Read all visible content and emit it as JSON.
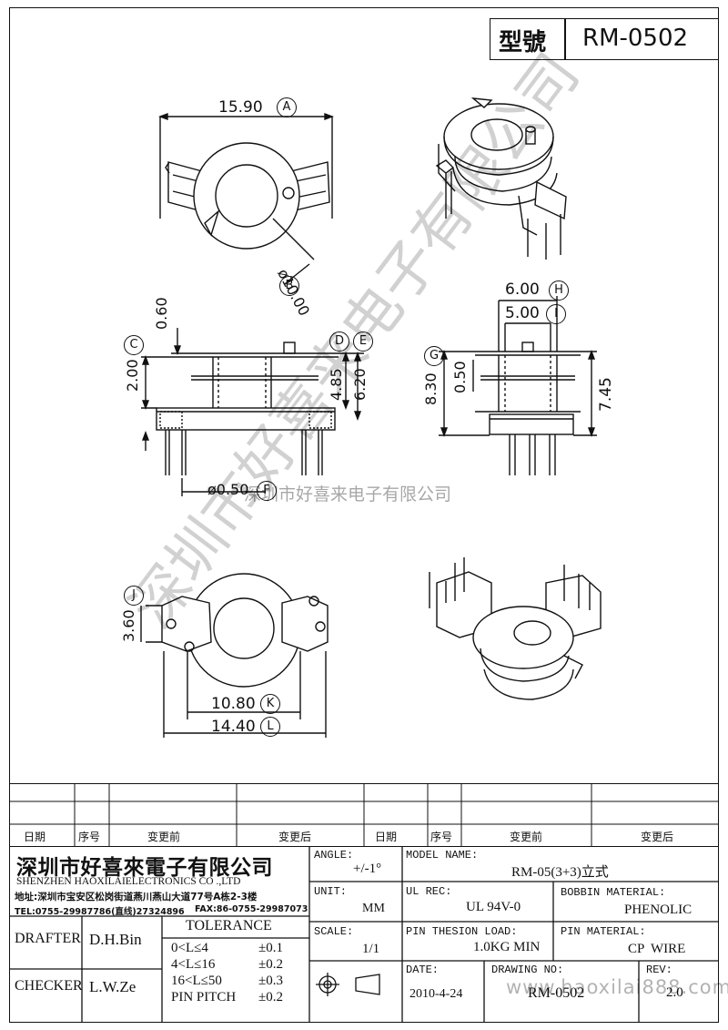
{
  "header": {
    "model_label": "型號",
    "model_value": "RM-0502"
  },
  "dimensions": {
    "a": "15.90",
    "a_tag": "A",
    "b": "ø10.00",
    "b_tag": "B",
    "c": "2.00",
    "c_tag": "C",
    "d_tag": "D",
    "e_tag": "E",
    "d": "4.85",
    "e": "6.20",
    "top_gap": "0.60",
    "f": "ø0.50",
    "f_tag": "F",
    "g": "8.30",
    "g_tag": "G",
    "h": "6.00",
    "h_tag": "H",
    "i": "5.00",
    "i_tag": "I",
    "side_gap": "0.50",
    "side_height": "7.45",
    "j": "3.60",
    "j_tag": "J",
    "k": "10.80",
    "k_tag": "K",
    "l": "14.40",
    "l_tag": "L"
  },
  "watermarks": {
    "diagonal": "深圳市好喜来电子有限公司",
    "mid": "深圳市好喜来电子有限公司",
    "footer": "www.haoxilai888.com"
  },
  "revision_table": {
    "labels": [
      "日期",
      "序号",
      "变更前",
      "变更后",
      "日期",
      "序号",
      "变更前",
      "变更后"
    ]
  },
  "company": {
    "name_cn": "深圳市好喜來電子有限公司",
    "name_en": "SHENZHEN HAOXILAIELECTRONICS CO .,LTD",
    "address": "地址:深圳市宝安区松岗街道燕川燕山大道77号A栋2-3楼",
    "tel": "TEL:0755-29987786(直线)27324896",
    "fax": "FAX:86-0755-29987073"
  },
  "title_block": {
    "angle_label": "ANGLE:",
    "angle_value": "+/-1°",
    "model_name_label": "MODEL NAME:",
    "model_name_value": "RM-05(3+3)立式",
    "unit_label": "UNIT:",
    "unit_value": "MM",
    "ul_label": "UL REC:",
    "ul_value": "UL 94V-0",
    "bobbin_label": "BOBBIN MATERIAL:",
    "bobbin_value": "PHENOLIC",
    "scale_label": "SCALE:",
    "scale_value": "1/1",
    "pin_load_label": "PIN THESION LOAD:",
    "pin_load_value": "1.0KG MIN",
    "pin_mat_label": "PIN MATERIAL:",
    "pin_mat_value": "CP  WIRE",
    "drafter_label": "DRAFTER",
    "drafter_value": "D.H.Bin",
    "checker_label": "CHECKER",
    "checker_value": "L.W.Ze",
    "tolerance_title": "TOLERANCE",
    "tol1": "0<L≤4",
    "tol1v": "±0.1",
    "tol2": "4<L≤16",
    "tol2v": "±0.2",
    "tol3": "16<L≤50",
    "tol3v": "±0.3",
    "tol4": "PIN PITCH",
    "tol4v": "±0.2",
    "date_label": "DATE:",
    "date_value": "2010-4-24",
    "drawing_label": "DRAWING NO:",
    "drawing_value": "RM-0502",
    "rev_label": "REV:",
    "rev_value": "2.0"
  }
}
